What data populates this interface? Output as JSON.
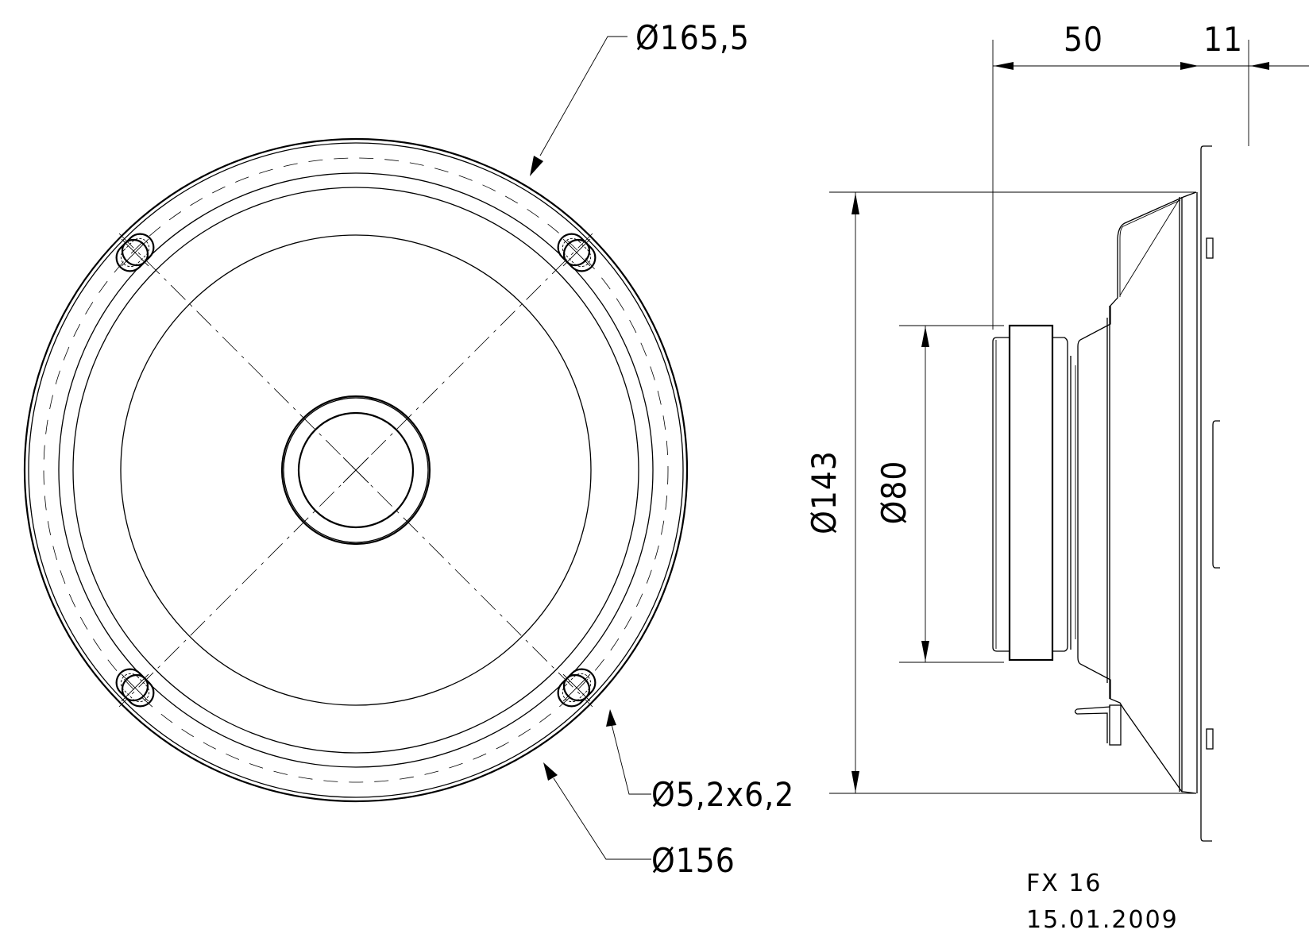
{
  "drawing": {
    "model": "FX 16",
    "date": "15.01.2009",
    "front_view": {
      "dims": {
        "outer_diameter": "Ø165,5",
        "mounting_circle": "Ø156",
        "mounting_hole": "Ø5,2x6,2"
      }
    },
    "side_view": {
      "dims": {
        "depth": "50",
        "flange_thickness": "11",
        "baffle_cutout": "Ø143",
        "magnet_diameter": "Ø80"
      }
    },
    "colors": {
      "line": "#000000",
      "background": "#ffffff"
    }
  }
}
